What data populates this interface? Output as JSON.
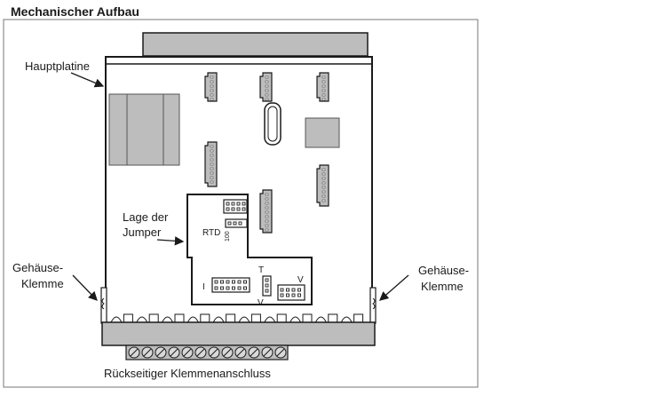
{
  "title": "Mechanischer Aufbau",
  "labels": {
    "main_board": "Hauptplatine",
    "jumper_line1": "Lage der",
    "jumper_line2": "Jumper",
    "housing_left_line1": "Gehäuse-",
    "housing_left_line2": "Klemme",
    "housing_right_line1": "Gehäuse-",
    "housing_right_line2": "Klemme",
    "rear_terminal": "Rückseitiger Klemmenanschluss"
  },
  "jumper_marks": {
    "rtd": "RTD",
    "rtd_value": "100",
    "i": "I",
    "t": "T",
    "v_lower": "V",
    "v_right": "V"
  },
  "colors": {
    "component_fill": "#bdbdbd",
    "outline": "#1a1a1a",
    "board_fill": "#ffffff"
  }
}
